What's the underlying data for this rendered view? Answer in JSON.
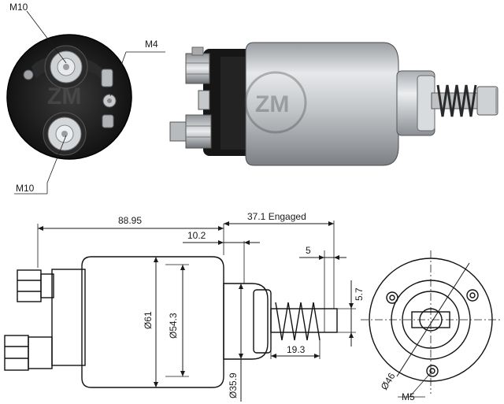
{
  "labels": {
    "terminal_top": "M10",
    "terminal_bottom": "M10",
    "terminal_small": "M4",
    "dim_overall": "88.95",
    "dim_engaged": "37.1 Engaged",
    "dim_flange": "10.2",
    "dim_stroke": "5",
    "dim_plunger_dia": "5.7",
    "dim_body_dia": "Ø61",
    "dim_inner_dia": "Ø54.3",
    "dim_nose_dia": "Ø35.9",
    "dim_spring": "19.3",
    "dim_bolt_circle": "Ø46",
    "dim_mount_thread": "M5"
  },
  "colors": {
    "line": "#1a1a1a",
    "body_metal": "#c8cacc",
    "cap_dark": "#1c1c1c"
  }
}
